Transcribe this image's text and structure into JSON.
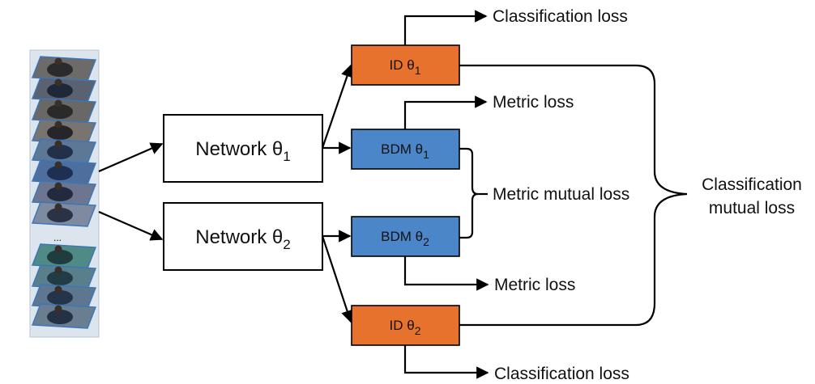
{
  "input_stack": {
    "ellipsis": "..."
  },
  "networks": [
    {
      "label": "Network θ",
      "sub": "1"
    },
    {
      "label": "Network θ",
      "sub": "2"
    }
  ],
  "id_boxes": [
    {
      "label": "ID θ",
      "sub": "1"
    },
    {
      "label": "ID θ",
      "sub": "2"
    }
  ],
  "bdm_boxes": [
    {
      "label": "BDM θ",
      "sub": "1"
    },
    {
      "label": "BDM θ",
      "sub": "2"
    }
  ],
  "losses": {
    "classification_top": "Classification  loss",
    "metric_top": "Metric loss",
    "metric_mutual": "Metric mutual loss",
    "metric_bottom": "Metric loss",
    "classification_bottom": "Classification  loss",
    "classification_mutual_line1": "Classification",
    "classification_mutual_line2": "mutual loss"
  },
  "colors": {
    "id_box": "#E6722E",
    "bdm_box": "#4A86C8",
    "panel_bg": "#DCE4EE"
  }
}
